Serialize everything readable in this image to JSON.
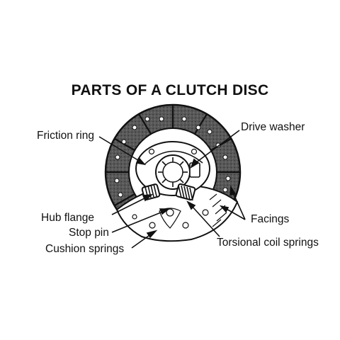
{
  "title": "PARTS OF A CLUTCH DISC",
  "labels": {
    "friction_ring": "Friction ring",
    "drive_washer": "Drive washer",
    "hub_flange": "Hub flange",
    "stop_pin": "Stop pin",
    "cushion_springs": "Cushion springs",
    "facings": "Facings",
    "torsional_coil_springs": "Torsional coil springs"
  },
  "colors": {
    "ink": "#111111",
    "facing_fill": "#5a5a5a",
    "background": "#ffffff"
  }
}
